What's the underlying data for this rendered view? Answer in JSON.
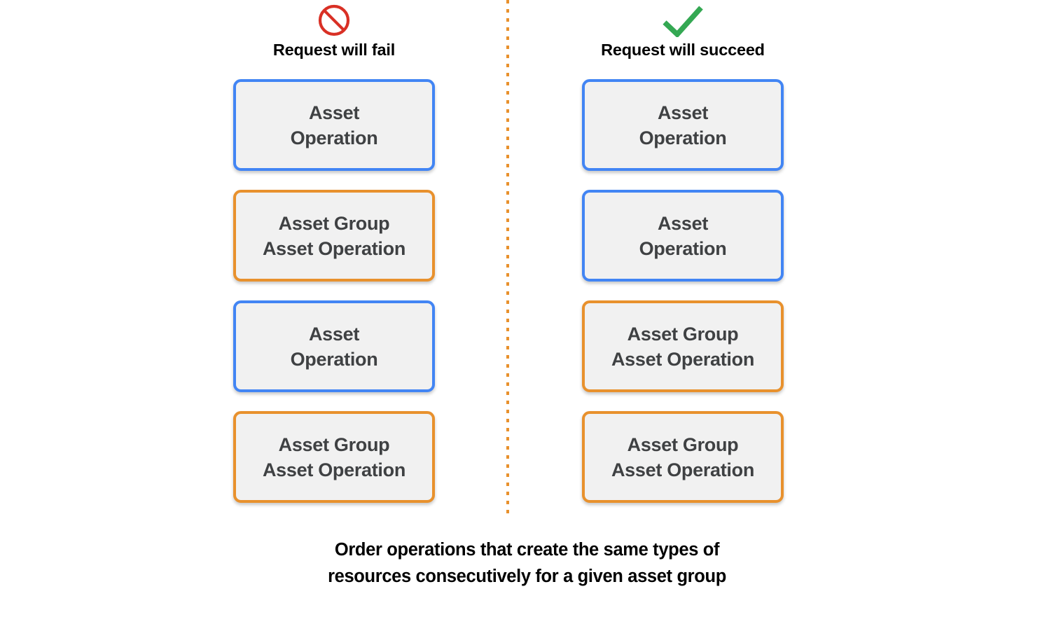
{
  "diagram": {
    "background_color": "#ffffff",
    "divider": {
      "name": "dotted-divider",
      "color": "#e8912d",
      "style": "dotted-vertical"
    },
    "colors": {
      "card_fill": "#f1f1f1",
      "card_text": "#3f4143",
      "blue_border": "#4285f4",
      "orange_border": "#e8912d",
      "fail_icon": "#d93025",
      "success_icon": "#34a853"
    },
    "columns": [
      {
        "id": "fail",
        "icon": "prohibition-icon",
        "header": "Request will fail",
        "cards": [
          {
            "type": "blue",
            "lines": [
              "Asset",
              "Operation"
            ]
          },
          {
            "type": "orange",
            "lines": [
              "Asset Group",
              "Asset Operation"
            ]
          },
          {
            "type": "blue",
            "lines": [
              "Asset",
              "Operation"
            ]
          },
          {
            "type": "orange",
            "lines": [
              "Asset Group",
              "Asset Operation"
            ]
          }
        ]
      },
      {
        "id": "succeed",
        "icon": "checkmark-icon",
        "header": "Request will succeed",
        "cards": [
          {
            "type": "blue",
            "lines": [
              "Asset",
              "Operation"
            ]
          },
          {
            "type": "blue",
            "lines": [
              "Asset",
              "Operation"
            ]
          },
          {
            "type": "orange",
            "lines": [
              "Asset Group",
              "Asset Operation"
            ]
          },
          {
            "type": "orange",
            "lines": [
              "Asset Group",
              "Asset Operation"
            ]
          }
        ]
      }
    ],
    "caption": {
      "line1": "Order operations that create the same types of",
      "line2": "resources consecutively for a given asset group"
    }
  }
}
